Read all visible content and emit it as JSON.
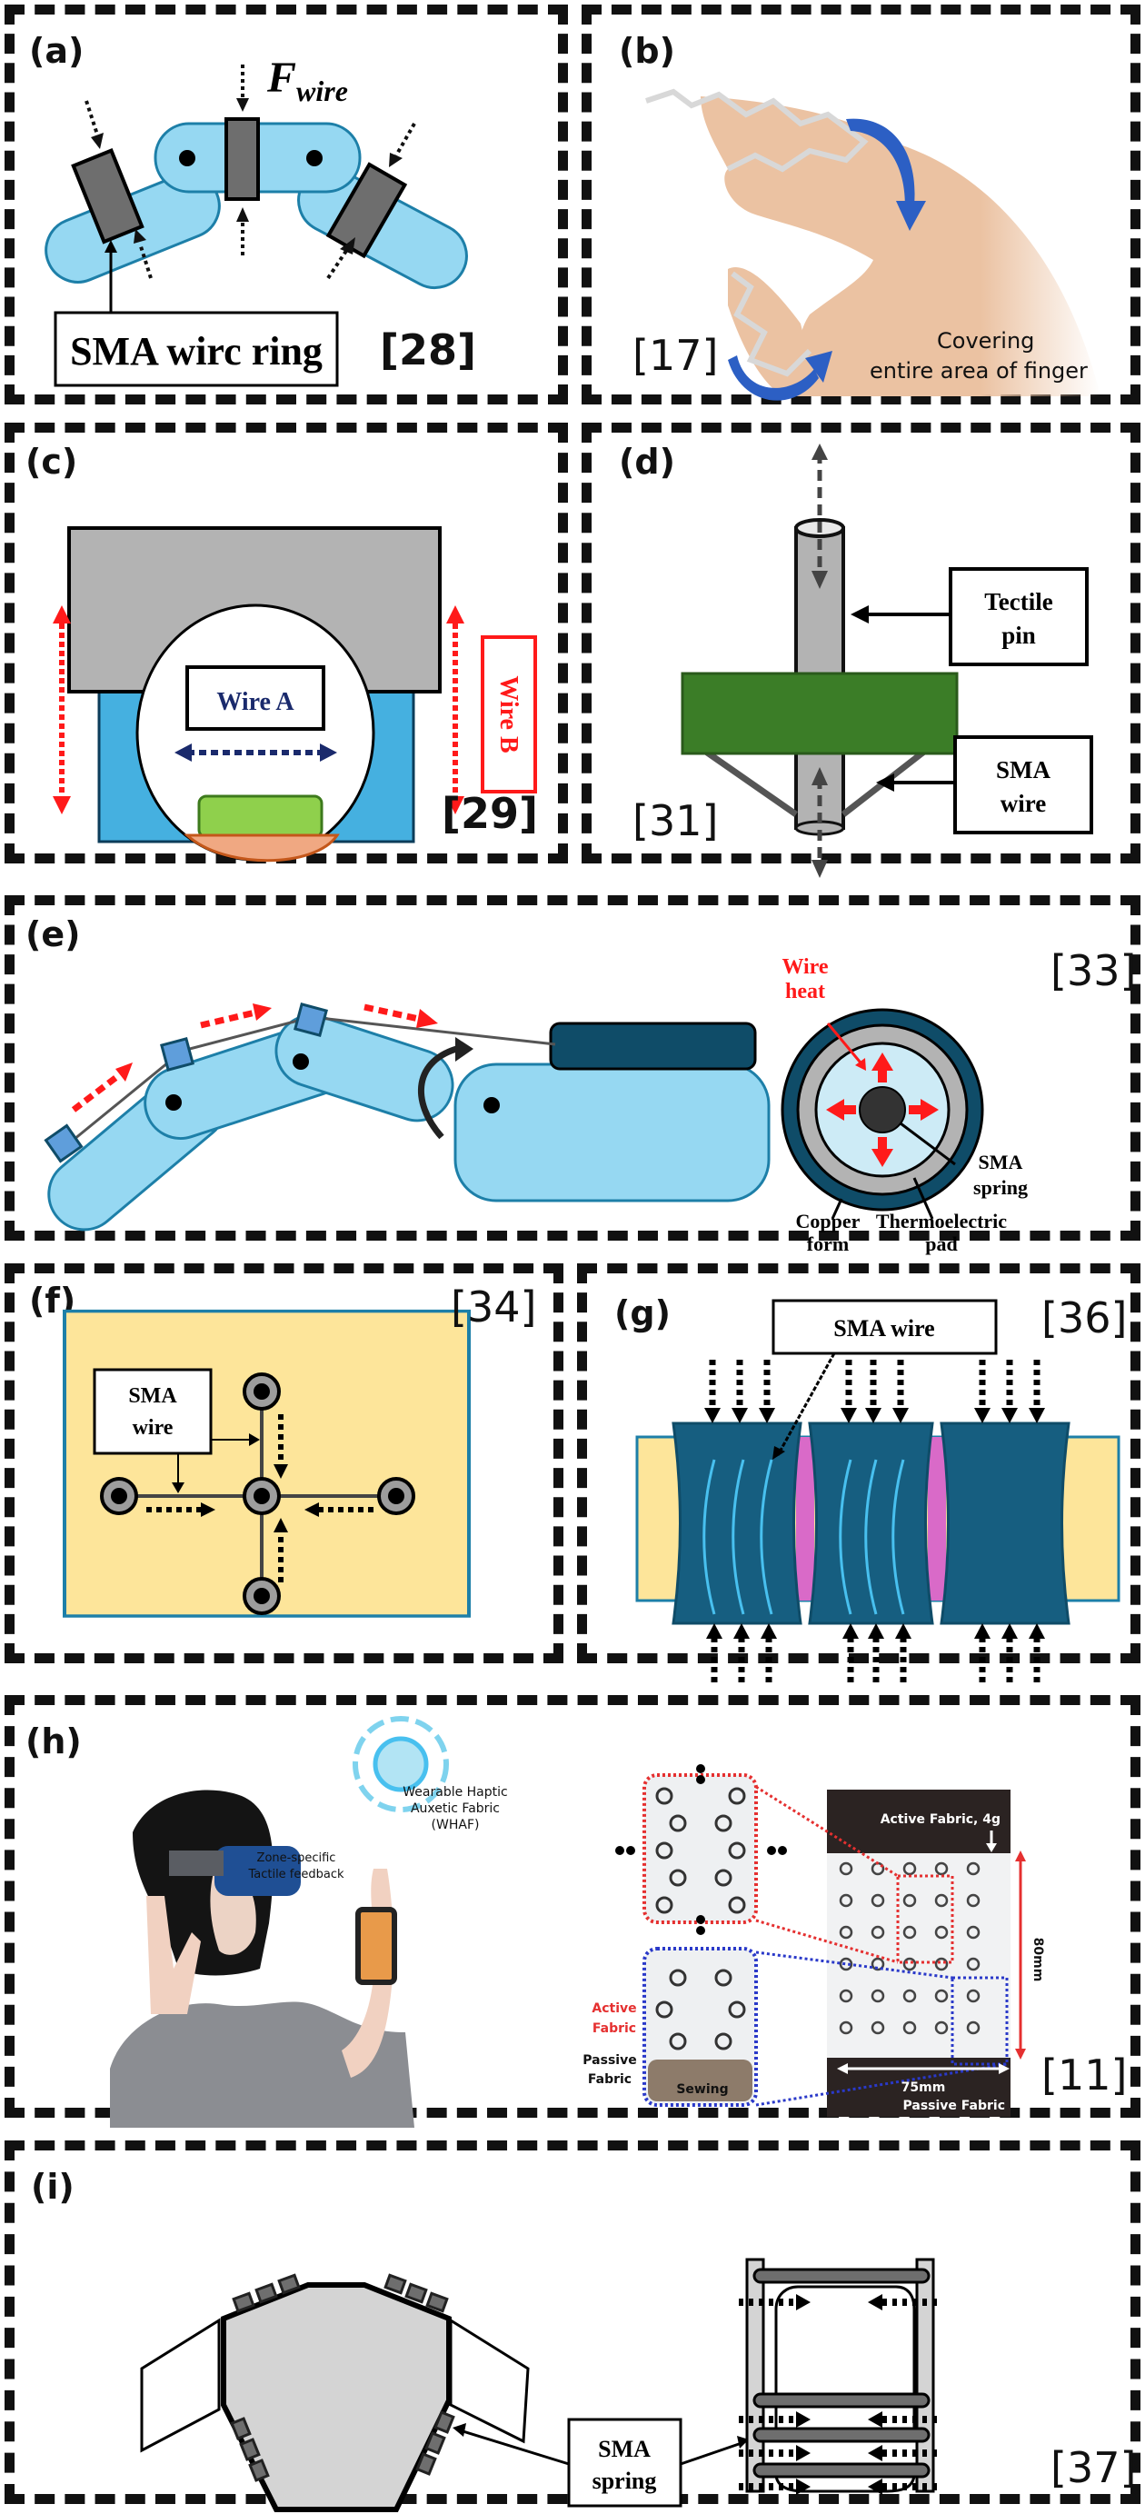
{
  "figure": {
    "panels": [
      {
        "id": "a",
        "label": "(a)",
        "ref": "[28]",
        "force_label": "F",
        "force_subscript": "wire",
        "callout": "SMA  wirc ring"
      },
      {
        "id": "b",
        "label": "(b)",
        "ref": "[17]",
        "caption_line1": "Covering",
        "caption_line2": "entire area of finger"
      },
      {
        "id": "c",
        "label": "(c)",
        "ref": "[29]",
        "wire_a": "Wire A",
        "wire_b": "Wire B"
      },
      {
        "id": "d",
        "label": "(d)",
        "ref": "[31]",
        "callout_pin_line1": "Tectile",
        "callout_pin_line2": "pin",
        "callout_wire_line1": "SMA",
        "callout_wire_line2": "wire"
      },
      {
        "id": "e",
        "label": "(e)",
        "ref": "[33]",
        "heat_line1": "Wire",
        "heat_line2": "heat",
        "spring_line1": "SMA",
        "spring_line2": "spring",
        "copper_line1": "Copper",
        "copper_line2": "form",
        "thermo_line1": "Thermoelectric",
        "thermo_line2": "pad"
      },
      {
        "id": "f",
        "label": "(f)",
        "ref": "[34]",
        "callout_line1": "SMA",
        "callout_line2": "wire"
      },
      {
        "id": "g",
        "label": "(g)",
        "ref": "[36]",
        "callout": "SMA wire"
      },
      {
        "id": "h",
        "label": "(h)",
        "ref": "[11]",
        "whaf_line1": "Wearable Haptic",
        "whaf_line2": "Auxetic Fabric",
        "whaf_line3": "(WHAF)",
        "zone_line1": "Zone-specific",
        "zone_line2": "Tactile feedback",
        "active_fabric_4g": "Active Fabric, 4g",
        "height_dim": "80mm",
        "width_dim": "75mm",
        "passive_fabric": "Passive Fabric",
        "active_label_line1": "Active",
        "active_label_line2": "Fabric",
        "passive_label_line1": "Passive",
        "passive_label_line2": "Fabric",
        "sewing": "Sewing"
      },
      {
        "id": "i",
        "label": "(i)",
        "ref": "[37]",
        "callout_line1": "SMA",
        "callout_line2": "spring"
      }
    ]
  },
  "colors": {
    "finger_blue": "#96d8f2",
    "finger_stroke": "#1d7fa8",
    "ring_gray": "#6e6e6e",
    "housing_gray": "#b3b3b3",
    "body_blue": "#45b0e0",
    "pad_green": "#8fd04c",
    "skin_orange": "#f0a882",
    "plate_green": "#3b7d27",
    "dark_teal": "#0f4c68",
    "fabric_yellow": "#fde59a",
    "band_pink": "#d96ac8",
    "wire_line_blue": "#48c0ef",
    "red_accent": "#ff1a1a",
    "arrow_blue": "#2c5fc4",
    "skin": "#ebc2a2"
  }
}
